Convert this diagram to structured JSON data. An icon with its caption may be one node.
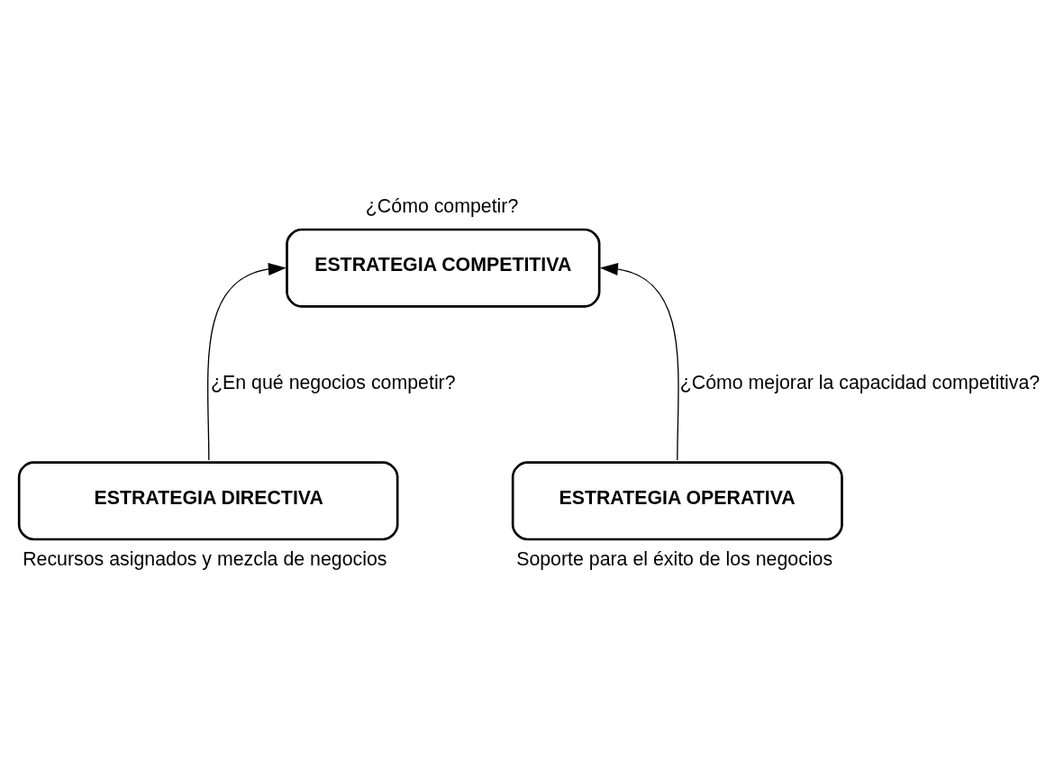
{
  "diagram": {
    "nodes": [
      {
        "text": [
          "ESTRATEGIA COMPETITIVA"
        ],
        "beside": [
          "¿Cómo competir?"
        ]
      },
      {
        "text": [
          "ESTRATEGIA DIRECTIVA"
        ],
        "beside": [
          "Recursos asignados y mezcla de negocios"
        ]
      },
      {
        "text": [
          "ESTRATEGIA OPERATIVA"
        ],
        "beside": [
          "Soporte para el éxito de los negocios"
        ]
      }
    ],
    "edges": [
      {
        "from": 1,
        "to": 0,
        "arrow": "to",
        "label": "¿En qué negocios competir?"
      },
      {
        "from": 2,
        "to": 0,
        "arrow": "to",
        "label": "¿Cómo mejorar la capacidad competitiva?"
      }
    ]
  }
}
